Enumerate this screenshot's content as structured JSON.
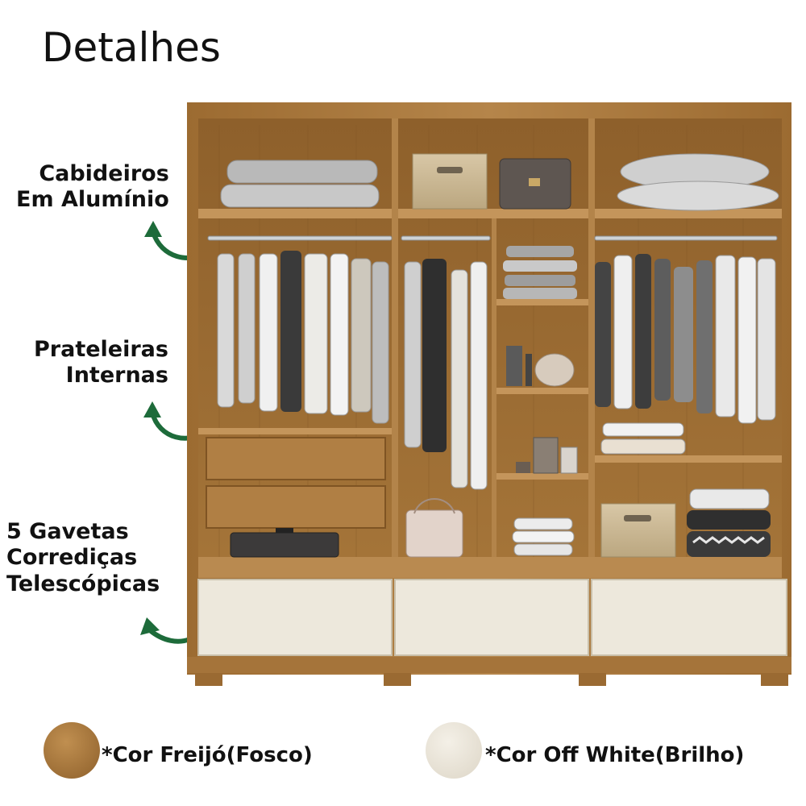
{
  "page": {
    "title": "Detalhes"
  },
  "callouts": [
    {
      "id": "cabideiros",
      "lines": [
        "Cabideiros",
        "Em Alumínio"
      ]
    },
    {
      "id": "prateleiras",
      "lines": [
        "Prateleiras",
        "Internas"
      ]
    },
    {
      "id": "gavetas",
      "lines": [
        "5 Gavetas",
        "Corrediças",
        "Telescópicas"
      ]
    }
  ],
  "legend": [
    {
      "label": "*Cor Freijó(Fosco)",
      "color": "#a87a3e"
    },
    {
      "label": "*Cor Off White(Brilho)",
      "color": "#ece6da"
    }
  ],
  "colors": {
    "wood": "#a9783b",
    "wood_dark": "#8c5f2a",
    "wood_light": "#c2935a",
    "offwhite": "#ede8dc",
    "arrow": "#1d6b3a"
  }
}
